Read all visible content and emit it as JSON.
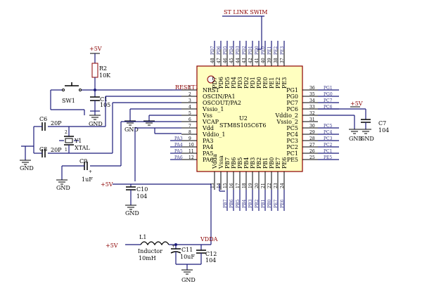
{
  "chip": {
    "name": "U2",
    "part": "STM8S105C6T6",
    "left_pins": [
      {
        "num": "1",
        "name": "NRST"
      },
      {
        "num": "2",
        "name": "OSCIN/PA1"
      },
      {
        "num": "3",
        "name": "OSCOUT/PA2"
      },
      {
        "num": "4",
        "name": "Vssio_1"
      },
      {
        "num": "5",
        "name": "Vss"
      },
      {
        "num": "6",
        "name": "VCAP"
      },
      {
        "num": "7",
        "name": "Vdd"
      },
      {
        "num": "8",
        "name": "Vddio_1"
      },
      {
        "num": "9",
        "name": "PA3"
      },
      {
        "num": "10",
        "name": "PA4"
      },
      {
        "num": "11",
        "name": "PA5"
      },
      {
        "num": "12",
        "name": "PA6"
      }
    ],
    "right_pins": [
      {
        "num": "36",
        "name": "PG1"
      },
      {
        "num": "35",
        "name": "PG0"
      },
      {
        "num": "34",
        "name": "PC7"
      },
      {
        "num": "33",
        "name": "PC6"
      },
      {
        "num": "32",
        "name": "Vddio_2"
      },
      {
        "num": "31",
        "name": "Vssio_2"
      },
      {
        "num": "30",
        "name": "PC5"
      },
      {
        "num": "29",
        "name": "PC4"
      },
      {
        "num": "28",
        "name": "PC3"
      },
      {
        "num": "27",
        "name": "PC2"
      },
      {
        "num": "26",
        "name": "PC1"
      },
      {
        "num": "25",
        "name": "PE5"
      }
    ],
    "top_pins": [
      {
        "num": "48",
        "name": "PD7"
      },
      {
        "num": "47",
        "name": "PD6"
      },
      {
        "num": "46",
        "name": "PD5"
      },
      {
        "num": "45",
        "name": "PD4"
      },
      {
        "num": "44",
        "name": "PD3"
      },
      {
        "num": "43",
        "name": "PD2"
      },
      {
        "num": "42",
        "name": "PD1"
      },
      {
        "num": "41",
        "name": "PD0"
      },
      {
        "num": "40",
        "name": "PE0"
      },
      {
        "num": "39",
        "name": "PE1"
      },
      {
        "num": "38",
        "name": "PE2"
      },
      {
        "num": "37",
        "name": "PE3"
      }
    ],
    "bottom_pins": [
      {
        "num": "13",
        "name": "Vdda"
      },
      {
        "num": "14",
        "name": "Vssa"
      },
      {
        "num": "15",
        "name": "PB7"
      },
      {
        "num": "16",
        "name": "PB6"
      },
      {
        "num": "17",
        "name": "PB5"
      },
      {
        "num": "18",
        "name": "PB4"
      },
      {
        "num": "19",
        "name": "PB3"
      },
      {
        "num": "20",
        "name": "PB2"
      },
      {
        "num": "21",
        "name": "PB1"
      },
      {
        "num": "22",
        "name": "PB0"
      },
      {
        "num": "23",
        "name": "PE7"
      },
      {
        "num": "24",
        "name": "PE6"
      }
    ]
  },
  "net_labels": {
    "swim": "ST LINK SWIM",
    "reset": "RESET1",
    "vdda": "VDDA",
    "left": [
      "PA3",
      "PA4",
      "PA5",
      "PA6"
    ],
    "right": [
      "PG1",
      "PG0",
      "PC7",
      "PC6",
      "",
      "",
      "PC5",
      "PC4",
      "PC3",
      "PC2",
      "PC1",
      "PE5"
    ],
    "top": [
      "PD7",
      "PD6",
      "PD5",
      "PD4",
      "PD3",
      "PD2",
      "PD1",
      "PD0",
      "PE0",
      "PE1",
      "PE2",
      "PE3"
    ],
    "bottom": [
      "",
      "",
      "PB7",
      "PB6",
      "PB5",
      "PB4",
      "PB3",
      "PB2",
      "PB1",
      "PB0",
      "PE7",
      "PE6"
    ]
  },
  "components": {
    "r2": {
      "ref": "R2",
      "value": "10K"
    },
    "c1": {
      "ref": "C1",
      "value": "105"
    },
    "sw1": {
      "ref": "SW1"
    },
    "c6": {
      "ref": "C6",
      "value": "20P"
    },
    "c8": {
      "ref": "C8",
      "value": "20P"
    },
    "y1": {
      "ref": "Y1",
      "value": "XTAL",
      "pin1": "1",
      "pin2": "2"
    },
    "c9": {
      "ref": "C9",
      "value": "1uF"
    },
    "c10": {
      "ref": "C10",
      "value": "104"
    },
    "c7": {
      "ref": "C7",
      "value": "104"
    },
    "l1": {
      "ref": "L1",
      "type": "Inductor",
      "value": "10mH"
    },
    "c11": {
      "ref": "C11",
      "value": "10uF"
    },
    "c12": {
      "ref": "C12",
      "value": "104"
    }
  },
  "power": {
    "vcc": "+5V",
    "gnd": "GND"
  },
  "colors": {
    "wire": "#1b1b7a",
    "label": "#8b0000",
    "border": "#000000"
  }
}
